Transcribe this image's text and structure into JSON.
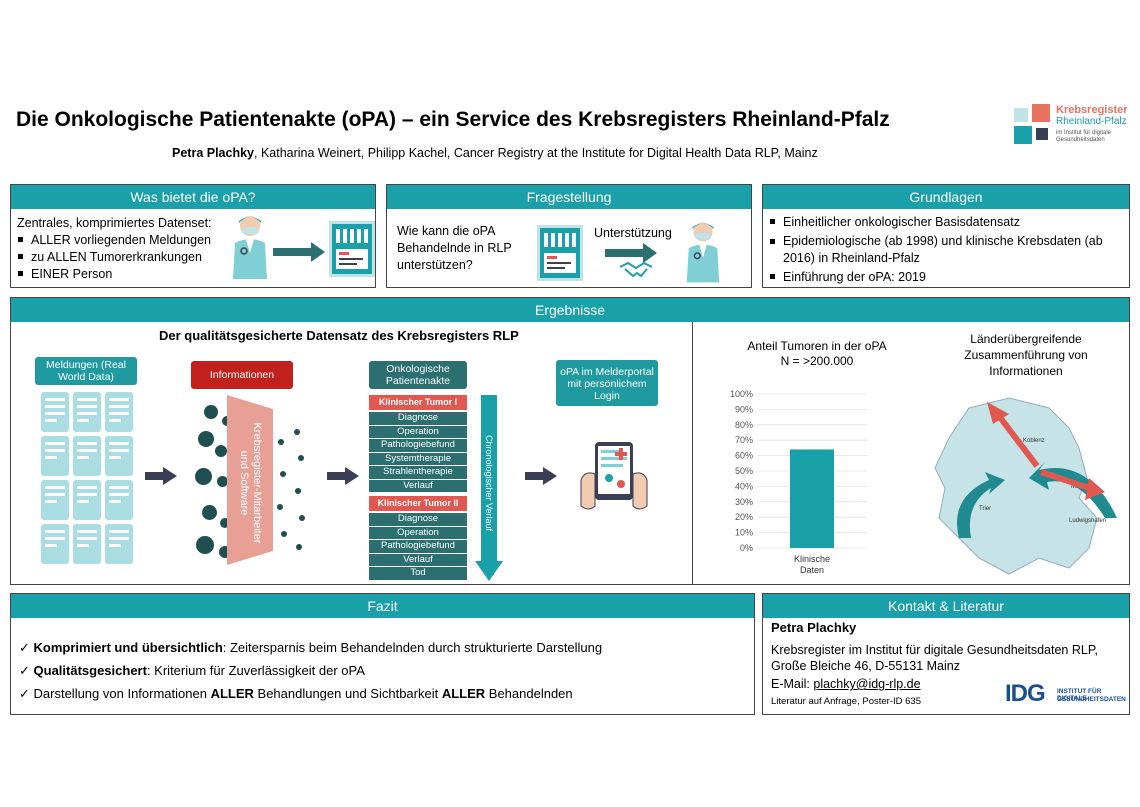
{
  "title": "Die Onkologische Patientenakte (oPA) – ein Service des Krebsregisters Rheinland-Pfalz",
  "authors": {
    "lead": "Petra Plachky",
    "rest": ", Katharina Weinert, Philipp Kachel, Cancer Registry at the Institute for Digital Health Data RLP, Mainz"
  },
  "logo": {
    "line1": "Krebsregister",
    "line2": "Rheinland-Pfalz",
    "line3": "im Institut für digitale",
    "line4": "Gesundheitsdaten"
  },
  "box1": {
    "header": "Was bietet die oPA?",
    "intro": "Zentrales, komprimiertes Datenset:",
    "items": [
      "ALLER vorliegenden Meldungen",
      "zu ALLEN Tumorerkrankungen",
      "EINER Person"
    ]
  },
  "box2": {
    "header": "Fragestellung",
    "question": "Wie kann die oPA Behandelnde in RLP unterstützen?",
    "support": "Unterstützung"
  },
  "box3": {
    "header": "Grundlagen",
    "items": [
      "Einheitlicher onkologischer Basisdatensatz",
      "Epidemiologische (ab 1998) und klinische Krebsdaten (ab 2016) in Rheinland-Pfalz",
      "Einführung der oPA: 2019"
    ]
  },
  "results": {
    "header": "Ergebnisse",
    "subtitle": "Der qualitätsgesicherte Datensatz des Krebsregisters RLP",
    "meldungen": "Meldungen (Real World Data)",
    "informationen": "Informationen",
    "funnel_label": "Krebsregister-Mitarbeiter und Software",
    "akte_title": "Onkologische Patientenakte",
    "tumor1": "Klinischer Tumor I",
    "tumor1_rows": [
      "Diagnose",
      "Operation",
      "Pathologiebefund",
      "Systemtherapie",
      "Strahlentherapie",
      "Verlauf"
    ],
    "tumor2": "Klinischer Tumor II",
    "tumor2_rows": [
      "Diagnose",
      "Operation",
      "Pathologiebefund",
      "Verlauf",
      "Tod"
    ],
    "chrono": "Chronologischer Verlauf",
    "portal": "oPA im Melderportal mit persönlichem Login",
    "chart_title": "Anteil Tumoren in der oPA",
    "chart_sub": "N = >200.000",
    "map_title": "Länderübergreifende Zusammenführung von Informationen",
    "map_labels": [
      "Koblenz",
      "Mainz",
      "Trier",
      "Ludwigshafen"
    ]
  },
  "chart_data": {
    "type": "bar",
    "categories": [
      "Klinische Daten"
    ],
    "values": [
      64
    ],
    "title": "Anteil Tumoren in der oPA",
    "subtitle": "N = >200.000",
    "yticks": [
      "0%",
      "10%",
      "20%",
      "30%",
      "40%",
      "50%",
      "60%",
      "70%",
      "80%",
      "90%",
      "100%"
    ],
    "ylim": [
      0,
      100
    ],
    "color": "#1aa0a8"
  },
  "fazit": {
    "header": "Fazit",
    "items": [
      {
        "bold": "Komprimiert und übersichtlich",
        "rest": ": Zeitersparnis beim Behandelnden durch strukturierte Darstellung"
      },
      {
        "bold": "Qualitätsgesichert",
        "rest": ": Kriterium für Zuverlässigkeit der oPA"
      },
      {
        "pre": "Darstellung von Informationen ",
        "b1": "ALLER",
        "mid": " Behandlungen und Sichtbarkeit ",
        "b2": "ALLER",
        "post": " Behandelnden"
      }
    ]
  },
  "kontakt": {
    "header": "Kontakt & Literatur",
    "name": "Petra Plachky",
    "inst": "Krebsregister im Institut für digitale Gesundheitsdaten RLP,",
    "addr": "Große Bleiche 46, D-55131 Mainz",
    "email_label": "E-Mail: ",
    "email": "plachky@idg-rlp.de",
    "lit": "Literatur auf Anfrage, Poster-ID 635",
    "idg": "IDG",
    "idg_line1": "INSTITUT FÜR DIGITALE",
    "idg_line2": "GESUNDHEITSDATEN"
  }
}
